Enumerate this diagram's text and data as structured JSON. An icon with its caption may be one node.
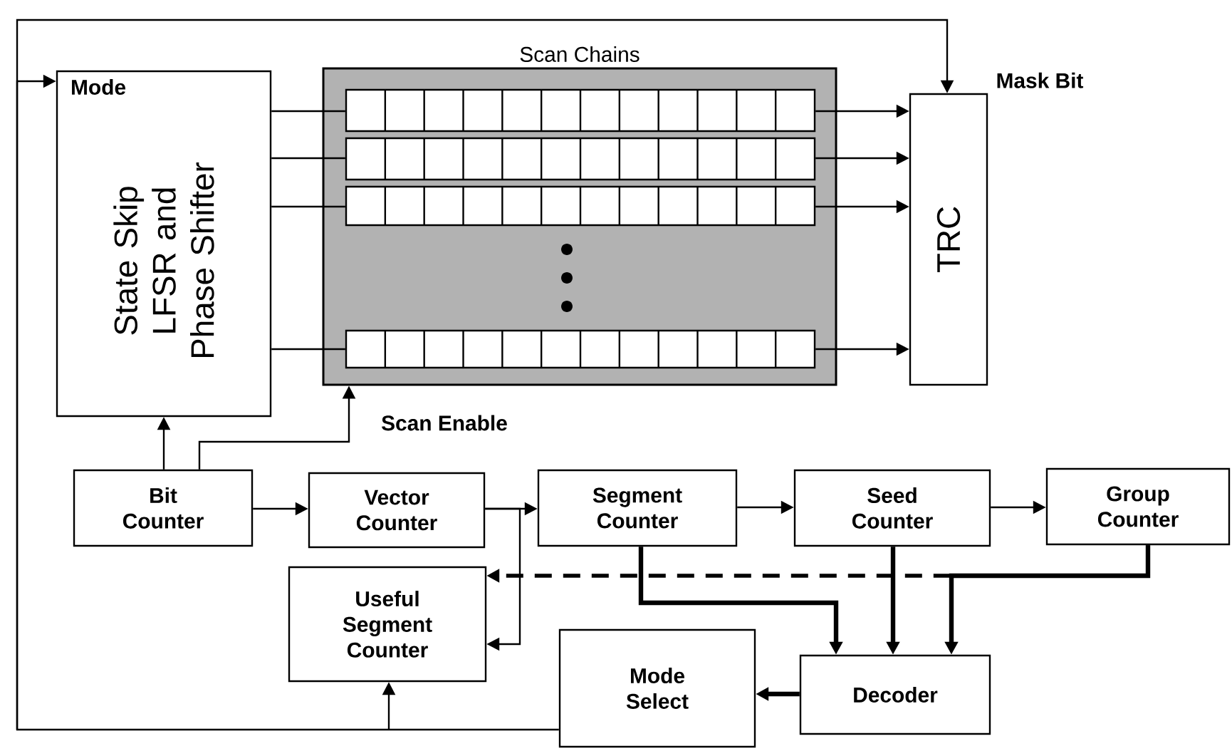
{
  "diagram": {
    "nodes": [
      {
        "text": [
          "Mode",
          "State Skip LFSR and Phase Shifter"
        ]
      },
      {
        "text": [
          "Scan Chains"
        ]
      },
      {
        "text": [],
        "shape": "bar",
        "in": 1
      },
      {
        "text": [],
        "shape": "bar",
        "in": 1
      },
      {
        "text": [],
        "shape": "bar",
        "in": 1
      },
      {
        "text": [],
        "shape": "bar",
        "in": 1
      },
      {
        "text": [
          "TRC"
        ]
      },
      {
        "text": [
          "Bit Counter"
        ]
      },
      {
        "text": [
          "Vector Counter"
        ]
      },
      {
        "text": [
          "Segment Counter"
        ]
      },
      {
        "text": [
          "Seed Counter"
        ]
      },
      {
        "text": [
          "Group Counter"
        ]
      },
      {
        "text": [
          "Useful Segment Counter"
        ]
      },
      {
        "text": [
          "Decoder"
        ]
      },
      {
        "text": [
          "Mode Select"
        ]
      }
    ],
    "edges": [
      {
        "from": 0,
        "to": 2,
        "arrow": "none"
      },
      {
        "from": 0,
        "to": 3,
        "arrow": "none"
      },
      {
        "from": 0,
        "to": 4,
        "arrow": "none"
      },
      {
        "from": 0,
        "to": 5,
        "arrow": "none"
      },
      {
        "from": 2,
        "to": 6,
        "arrow": "to"
      },
      {
        "from": 3,
        "to": 6,
        "arrow": "to"
      },
      {
        "from": 4,
        "to": 6,
        "arrow": "to"
      },
      {
        "from": 5,
        "to": 6,
        "arrow": "to"
      },
      {
        "from": 14,
        "to": 6,
        "arrow": "to",
        "label": "Mask Bit"
      },
      {
        "from": 14,
        "to": 0,
        "arrow": "to"
      },
      {
        "from": 14,
        "to": 12,
        "arrow": "to"
      },
      {
        "from": 7,
        "to": 0,
        "arrow": "to"
      },
      {
        "from": 7,
        "to": 1,
        "arrow": "to",
        "label": "Scan Enable"
      },
      {
        "from": 7,
        "to": 8,
        "arrow": "to"
      },
      {
        "from": 8,
        "to": 9,
        "arrow": "to"
      },
      {
        "from": 8,
        "to": 12,
        "arrow": "to"
      },
      {
        "from": 9,
        "to": 10,
        "arrow": "to"
      },
      {
        "from": 10,
        "to": 11,
        "arrow": "to"
      },
      {
        "from": 11,
        "to": 12,
        "arrow": "to",
        "style": "dashed"
      },
      {
        "from": 9,
        "to": 13,
        "arrow": "to",
        "style": "thick"
      },
      {
        "from": 10,
        "to": 13,
        "arrow": "to",
        "style": "thick"
      },
      {
        "from": 11,
        "to": 13,
        "arrow": "to",
        "style": "thick"
      },
      {
        "from": 13,
        "to": 14,
        "arrow": "to",
        "style": "thick"
      }
    ]
  }
}
